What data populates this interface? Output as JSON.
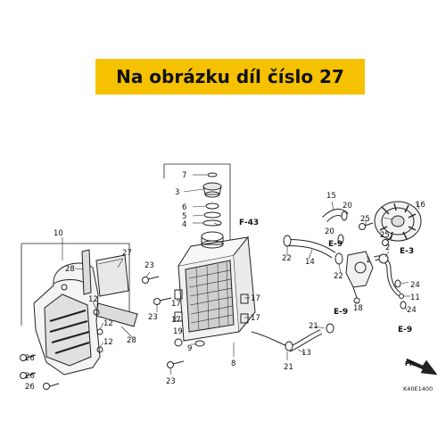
{
  "banner": {
    "text": "Na obrázku díl číslo 27",
    "color": "#f6c100"
  },
  "callouts": {
    "c1": "1",
    "c2": "2",
    "c3": "3",
    "c4": "4",
    "c5": "5",
    "c6": "6",
    "c7": "7",
    "c8": "8",
    "c9": "9",
    "c10": "10",
    "c11": "11",
    "c12a": "12",
    "c12b": "12",
    "c12c": "12",
    "c13": "13",
    "c14": "14",
    "c15": "15",
    "c16": "16",
    "c17a": "17",
    "c17b": "17",
    "c17c": "17",
    "c17d": "17",
    "c18": "18",
    "c19": "19",
    "c20a": "20",
    "c20b": "20",
    "c21a": "21",
    "c21b": "21",
    "c22a": "22",
    "c22b": "22",
    "c23a": "23",
    "c23b": "23",
    "c23c": "23",
    "c24a": "24",
    "c24b": "24",
    "c25a": "25",
    "c25b": "25",
    "c26a": "26",
    "c26b": "26",
    "c26c": "26",
    "c27": "27",
    "c28a": "28",
    "c28b": "28"
  },
  "references": {
    "f43": "F-43",
    "e3": "E-3",
    "e9a": "E-9",
    "e9b": "E-9",
    "e9c": "E-9"
  },
  "direction": {
    "front": "FR."
  },
  "diagram_code": "K40E1400",
  "icons": {
    "front-arrow": "arrow-right",
    "leader-line": "line"
  }
}
